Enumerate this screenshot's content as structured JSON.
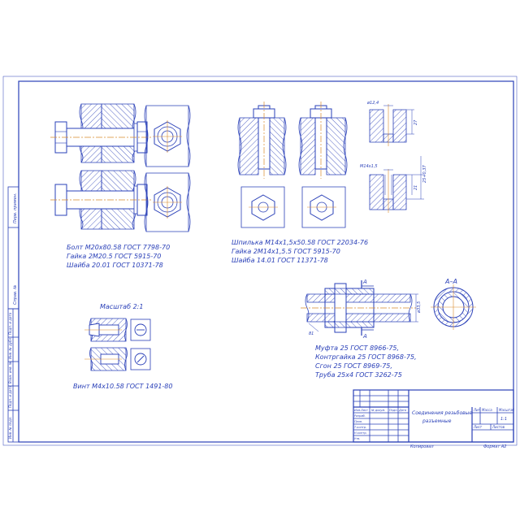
{
  "colors": {
    "line": "#2a40b8",
    "hatch": "#2a40b8",
    "axis": "#d98a2b",
    "paper": "#ffffff",
    "frame": "#2a40b8"
  },
  "captions": {
    "bolt": [
      "Болт М20х80.58 ГОСТ 7798-70",
      "Гайка 2М20.5 ГОСТ 5915-70",
      "Шайба 20.01 ГОСТ 10371-78"
    ],
    "stud": [
      "Шпилька М14х1,5х50.58 ГОСТ 22034-76",
      "Гайка 2М14х1,5.5 ГОСТ 5915-70",
      "Шайба 14.01 ГОСТ 11371-78"
    ],
    "scale": "Масштаб 2:1",
    "screw": "Винт М4х10.58 ГОСТ 1491-80",
    "coupling": [
      "Муфта 25 ГОСТ 8966-75,",
      "Контргайка 25 ГОСТ 8968-75,",
      "Сгон 25 ГОСТ 8969-75,",
      "Труба 25х4 ГОСТ 3262-75"
    ]
  },
  "dimensions": {
    "drill_dia": "ø12,4",
    "depth1": "27",
    "thread": "М14х1,5",
    "depth2": "25+0,37",
    "depth3": "21",
    "section_a": "А",
    "section_title": "А–А",
    "pipe_dia": "ø33,5",
    "pipe_dim": "81"
  },
  "title_block": {
    "title": "Соединения резьбовые",
    "subtitle": "разъемные",
    "col_lit": "Лит.",
    "col_mass": "Масса",
    "col_scale": "Масштаб",
    "scale_value": "1:1",
    "sheet": "Лист",
    "sheets": "Листов",
    "rows": [
      "Изм.",
      "Лист",
      "№ докум.",
      "Подп.",
      "Дата",
      "Разраб.",
      "Пров.",
      "Т.контр.",
      "Н.контр.",
      "Утв."
    ],
    "copied": "Копировал",
    "format": "Формат А2"
  },
  "side_stamps": [
    "Перв. примен.",
    "Справ. №",
    "Подп. и дата",
    "Инв. № дубл.",
    "Взам. инв. №",
    "Подп. и дата",
    "Инв. № подл."
  ]
}
